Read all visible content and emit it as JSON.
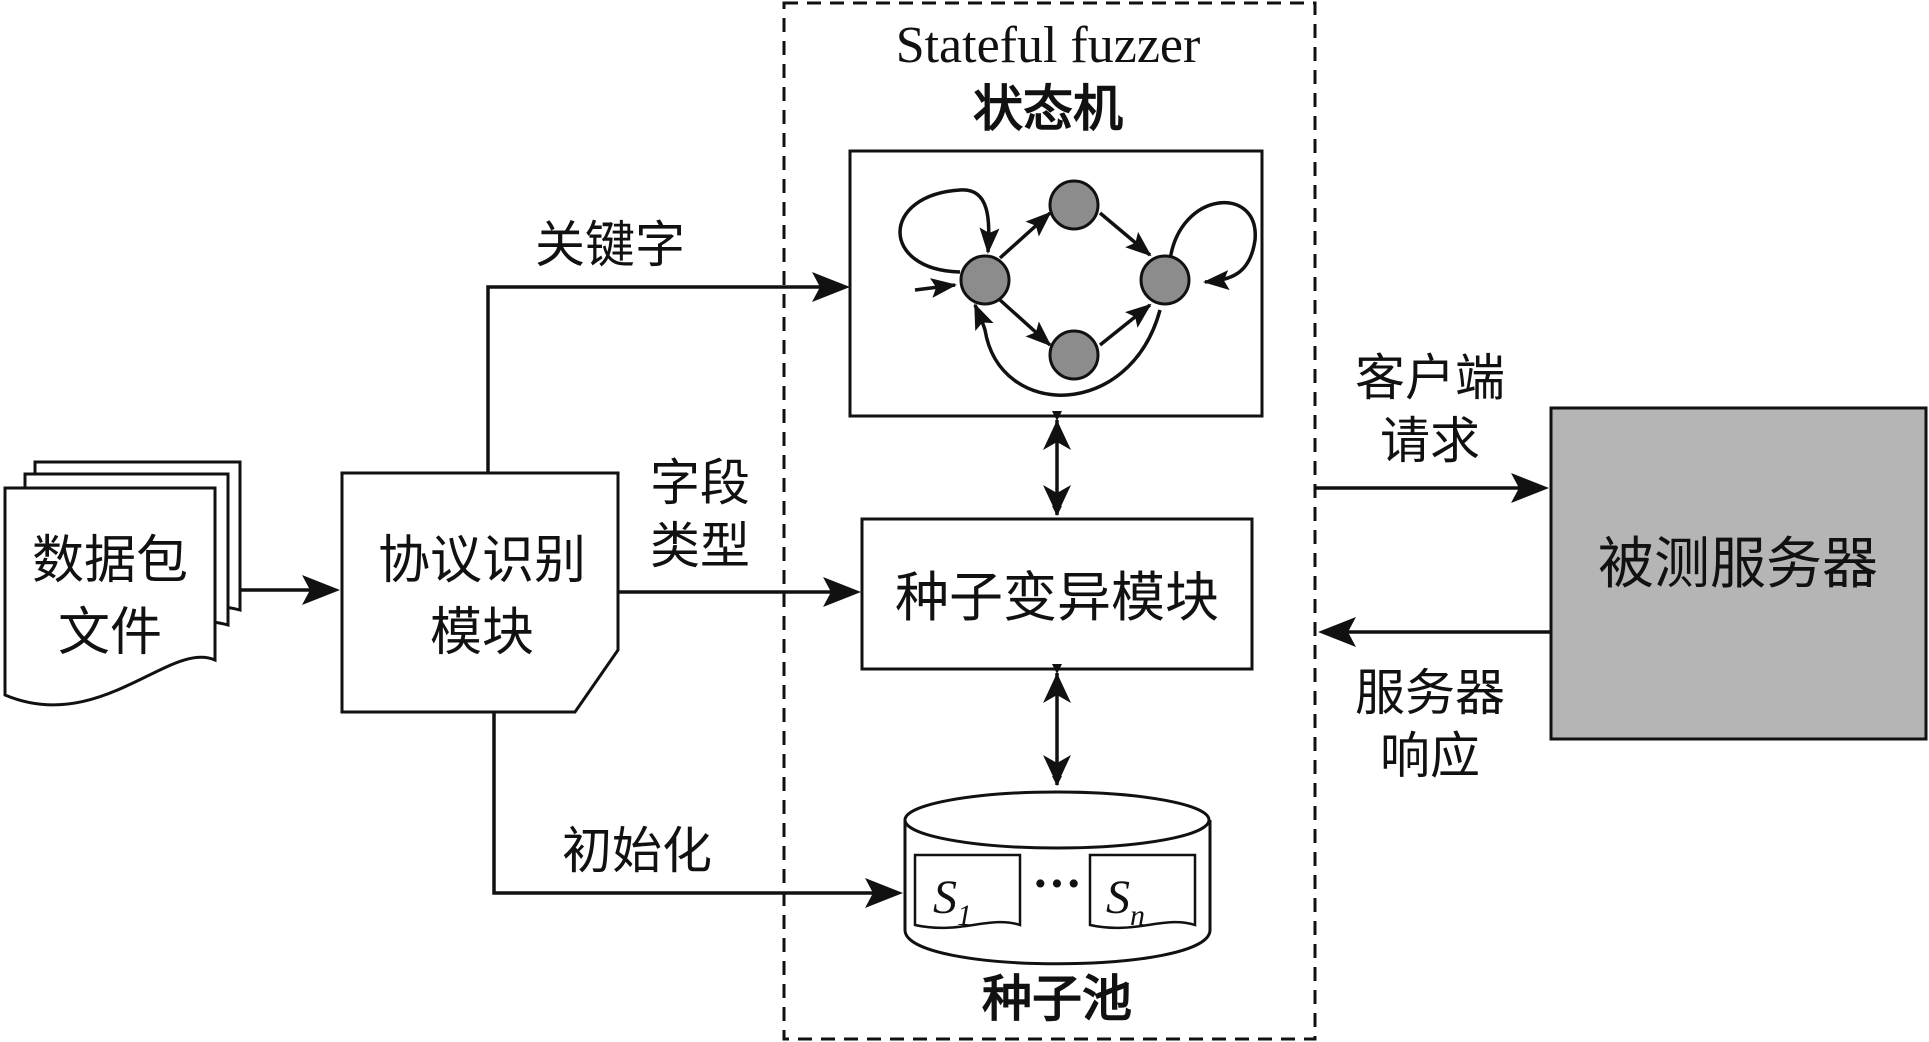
{
  "colors": {
    "stroke": "#111111",
    "node_fill": "#8c8c8c",
    "server_fill": "#b5b5b5",
    "background": "#ffffff"
  },
  "stateful_fuzzer": {
    "title": "Stateful fuzzer",
    "state_machine_label": "状态机",
    "mutation_module": "种子变异模块",
    "seed_pool_label": "种子池",
    "seed_first": "S",
    "seed_first_sub": "1",
    "seed_ellipsis": "···",
    "seed_last": "S",
    "seed_last_sub": "n"
  },
  "packet_files": {
    "line1": "数据包",
    "line2": "文件"
  },
  "protocol_module": {
    "line1": "协议识别",
    "line2": "模块"
  },
  "edge_labels": {
    "keyword": "关键字",
    "field_type_line1": "字段",
    "field_type_line2": "类型",
    "initialize": "初始化",
    "client_request_line1": "客户端",
    "client_request_line2": "请求",
    "server_response_line1": "服务器",
    "server_response_line2": "响应"
  },
  "server": {
    "label": "被测服务器"
  }
}
